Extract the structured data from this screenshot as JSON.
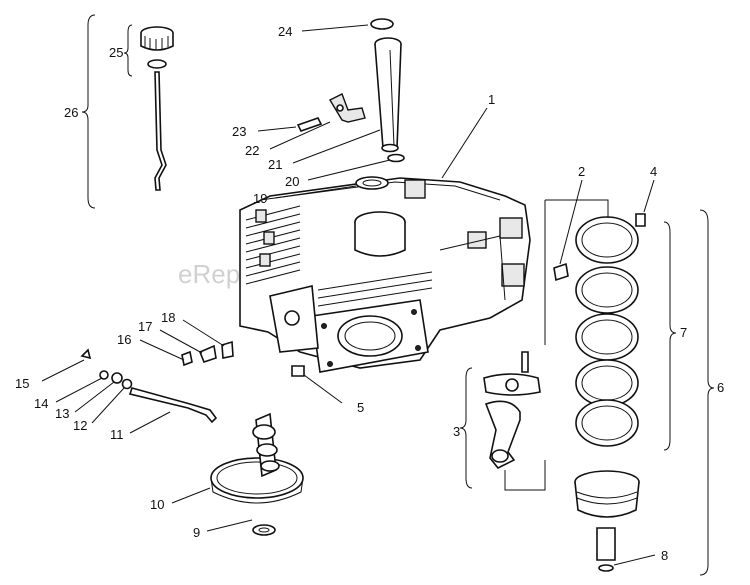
{
  "watermark": "eReplacementParts.com",
  "callouts": [
    "1",
    "2",
    "3",
    "4",
    "5",
    "6",
    "7",
    "8",
    "9",
    "10",
    "11",
    "12",
    "13",
    "14",
    "15",
    "16",
    "17",
    "18",
    "19",
    "20",
    "21",
    "22",
    "23",
    "24",
    "25",
    "26"
  ]
}
